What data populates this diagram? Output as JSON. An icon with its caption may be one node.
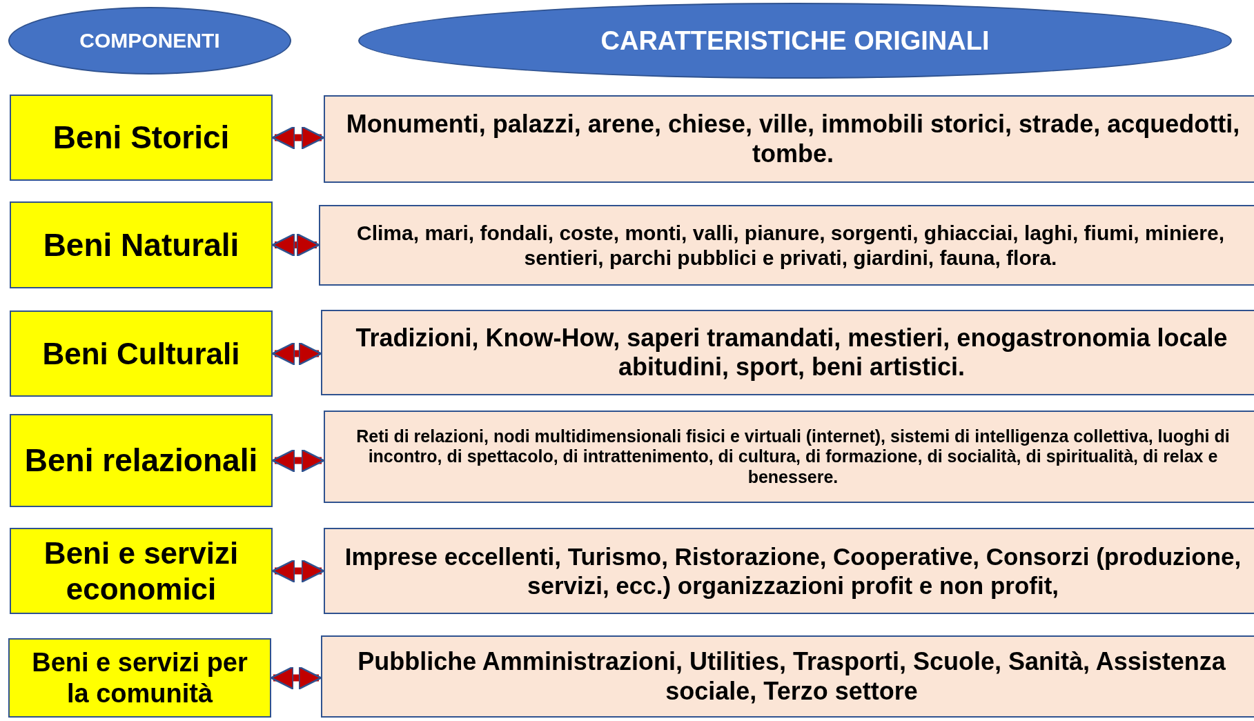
{
  "diagram": {
    "nodes": [
      {
        "text": [
          "COMPONENTI"
        ]
      },
      {
        "text": [
          "CARATTERISTICHE ORIGINALI"
        ]
      },
      {
        "text": [
          "Beni Storici"
        ]
      },
      {
        "text": [
          "Monumenti, palazzi, arene, chiese, ville, immobili storici, strade, acquedotti, tombe."
        ]
      },
      {
        "text": [
          "Beni Naturali"
        ]
      },
      {
        "text": [
          "Clima, mari, fondali, coste, monti, valli, pianure, sorgenti, ghiacciai, laghi, fiumi, miniere, sentieri, parchi pubblici e privati, giardini, fauna, flora."
        ]
      },
      {
        "text": [
          "Beni Culturali"
        ]
      },
      {
        "text": [
          "Tradizioni, Know-How, saperi tramandati, mestieri, enogastronomia locale abitudini, sport, beni artistici."
        ]
      },
      {
        "text": [
          "Beni relazionali"
        ]
      },
      {
        "text": [
          "Reti di relazioni, nodi multidimensionali fisici e virtuali (internet), sistemi di intelligenza collettiva, luoghi di incontro, di spettacolo, di intrattenimento, di cultura, di formazione, di socialità, di spiritualità, di relax e benessere."
        ]
      },
      {
        "text": [
          "Beni e servizi economici"
        ]
      },
      {
        "text": [
          "Imprese eccellenti, Turismo, Ristorazione, Cooperative, Consorzi (produzione, servizi, ecc.) organizzazioni profit e non profit,"
        ]
      },
      {
        "text": [
          "Beni e servizi per la comunità"
        ]
      },
      {
        "text": [
          "Pubbliche Amministrazioni, Utilities, Trasporti, Scuole, Sanità, Assistenza sociale, Terzo settore"
        ]
      }
    ],
    "edges": [
      {
        "from": 2,
        "to": 3,
        "arrow": "both"
      },
      {
        "from": 4,
        "to": 5,
        "arrow": "both"
      },
      {
        "from": 6,
        "to": 7,
        "arrow": "both"
      },
      {
        "from": 8,
        "to": 9,
        "arrow": "both"
      },
      {
        "from": 10,
        "to": 11,
        "arrow": "both"
      },
      {
        "from": 12,
        "to": 13,
        "arrow": "both"
      }
    ]
  }
}
